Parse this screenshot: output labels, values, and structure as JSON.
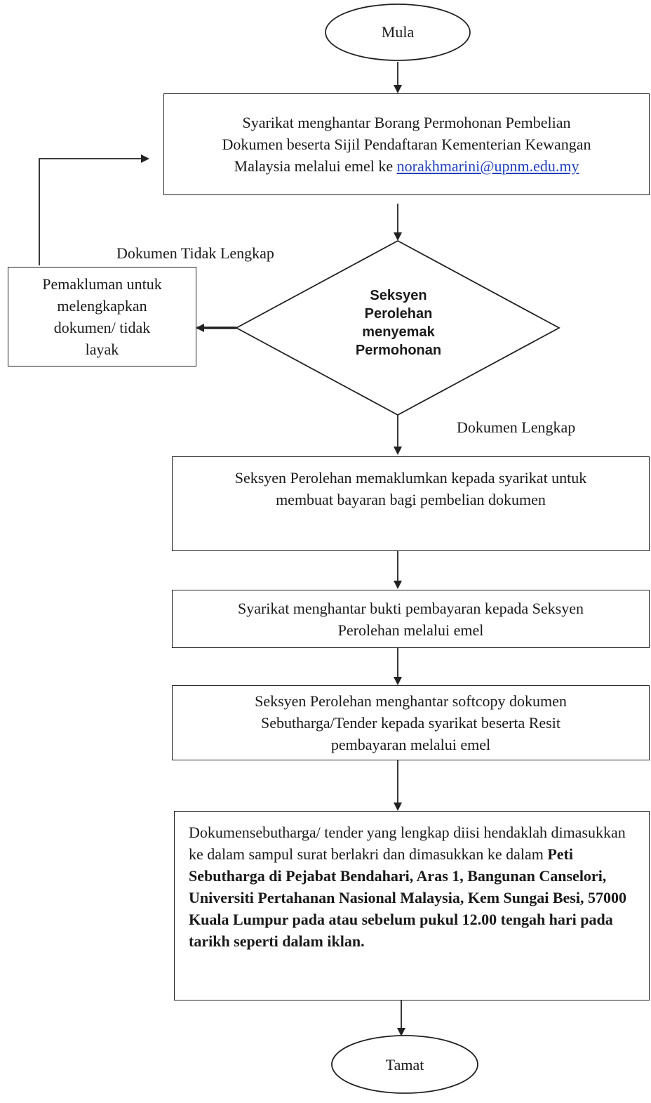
{
  "start": "Mula",
  "end": "Tamat",
  "step1": {
    "line1": "Syarikat menghantar Borang Permohonan Pembelian",
    "line2": "Dokumen beserta Sijil Pendaftaran Kementerian Kewangan",
    "line3_prefix": "Malaysia melalui emel ke ",
    "email": "norakhmarini@upnm.edu.my"
  },
  "decision": {
    "line1": "Seksyen",
    "line2": "Perolehan",
    "line3": "menyemak",
    "line4": "Permohonan",
    "no_label": "Dokumen Tidak Lengkap",
    "yes_label": "Dokumen Lengkap"
  },
  "reject": {
    "line1": "Pemakluman untuk",
    "line2": "melengkapkan",
    "line3": "dokumen/ tidak",
    "line4": "layak"
  },
  "step2": {
    "line1": "Seksyen Perolehan memaklumkan kepada syarikat untuk",
    "line2": "membuat bayaran bagi pembelian dokumen"
  },
  "step3": {
    "line1": "Syarikat menghantar bukti pembayaran kepada Seksyen",
    "line2": "Perolehan melalui emel"
  },
  "step4": {
    "line1": "Seksyen Perolehan menghantar softcopy dokumen",
    "line2": "Sebutharga/Tender kepada syarikat beserta Resit",
    "line3": "pembayaran melalui emel"
  },
  "step5": {
    "normal": "Dokumensebutharga/ tender yang lengkap diisi hendaklah dimasukkan ke dalam sampul surat berlakri dan dimasukkan ke dalam ",
    "bold": "Peti Sebutharga di Pejabat Bendahari, Aras 1, Bangunan Canselori, Universiti Pertahanan Nasional Malaysia, Kem Sungai Besi, 57000 Kuala Lumpur pada atau sebelum pukul 12.00 tengah hari pada tarikh seperti dalam iklan."
  }
}
